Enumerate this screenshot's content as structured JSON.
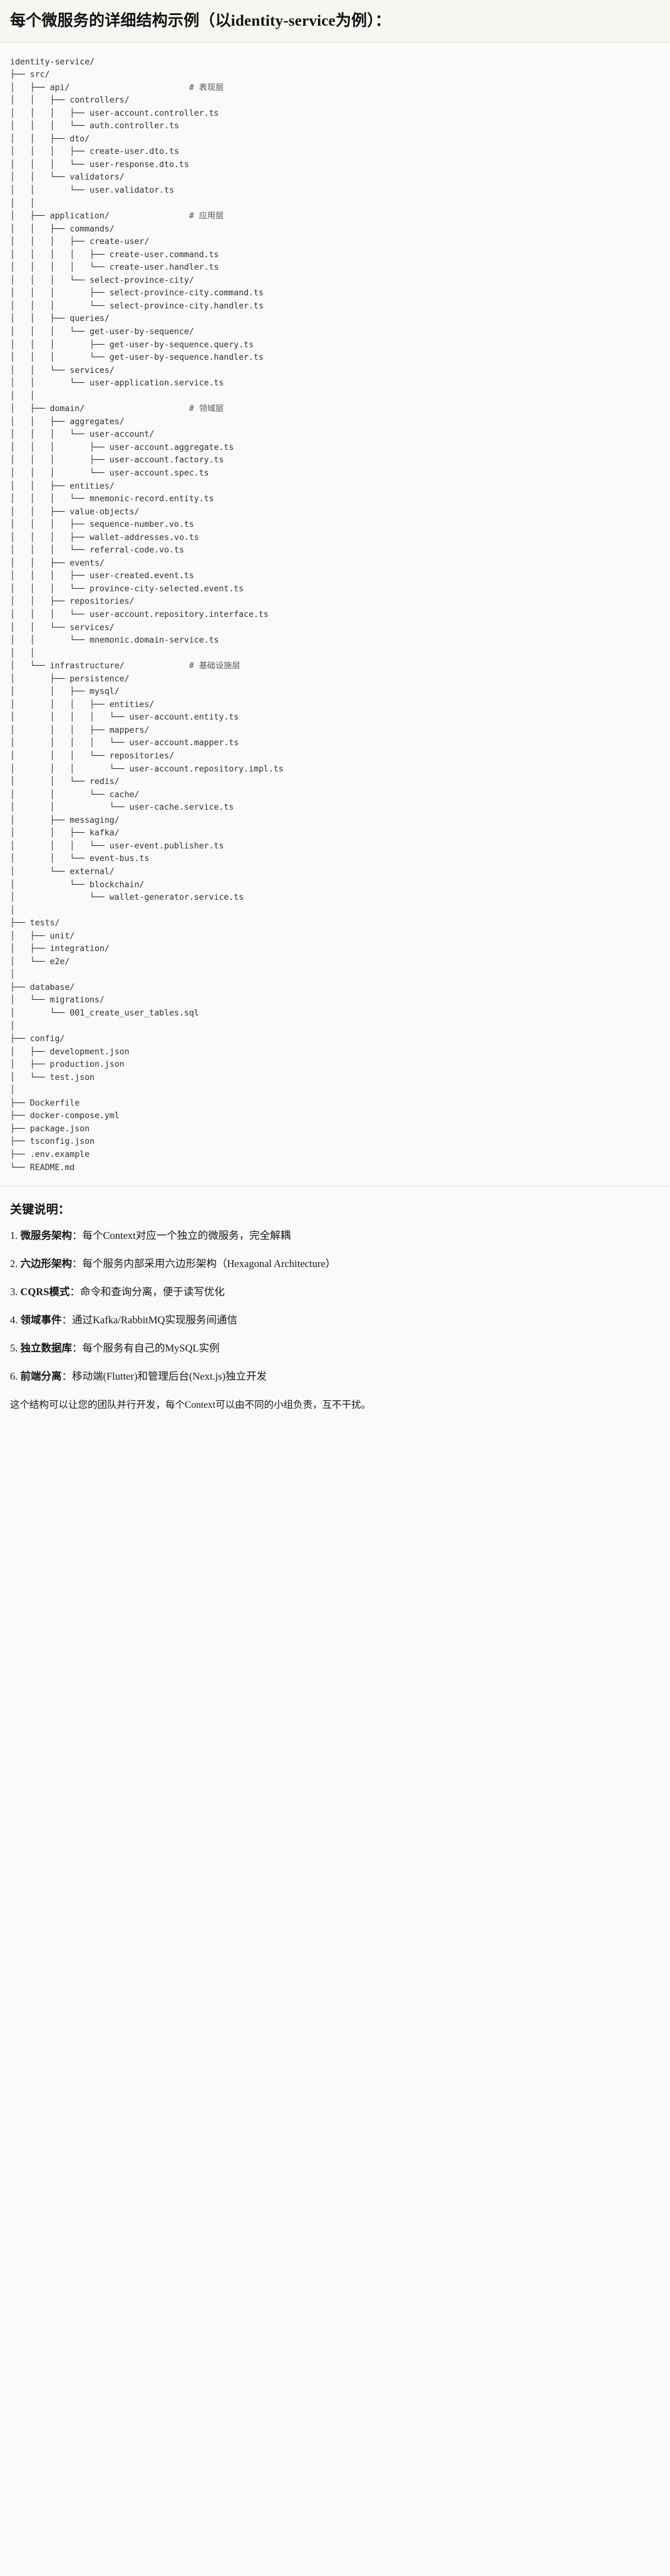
{
  "title": "每个微服务的详细结构示例（以identity-service为例）：",
  "tree": {
    "root": "identity-service/",
    "lines": [
      {
        "text": "identity-service/",
        "comment": ""
      },
      {
        "text": "├── src/",
        "comment": ""
      },
      {
        "text": "│   ├── api/",
        "comment": "# 表现层"
      },
      {
        "text": "│   │   ├── controllers/",
        "comment": ""
      },
      {
        "text": "│   │   │   ├── user-account.controller.ts",
        "comment": ""
      },
      {
        "text": "│   │   │   └── auth.controller.ts",
        "comment": ""
      },
      {
        "text": "│   │   ├── dto/",
        "comment": ""
      },
      {
        "text": "│   │   │   ├── create-user.dto.ts",
        "comment": ""
      },
      {
        "text": "│   │   │   └── user-response.dto.ts",
        "comment": ""
      },
      {
        "text": "│   │   └── validators/",
        "comment": ""
      },
      {
        "text": "│   │       └── user.validator.ts",
        "comment": ""
      },
      {
        "text": "│   │",
        "comment": ""
      },
      {
        "text": "│   ├── application/",
        "comment": "# 应用层"
      },
      {
        "text": "│   │   ├── commands/",
        "comment": ""
      },
      {
        "text": "│   │   │   ├── create-user/",
        "comment": ""
      },
      {
        "text": "│   │   │   │   ├── create-user.command.ts",
        "comment": ""
      },
      {
        "text": "│   │   │   │   └── create-user.handler.ts",
        "comment": ""
      },
      {
        "text": "│   │   │   └── select-province-city/",
        "comment": ""
      },
      {
        "text": "│   │   │       ├── select-province-city.command.ts",
        "comment": ""
      },
      {
        "text": "│   │   │       └── select-province-city.handler.ts",
        "comment": ""
      },
      {
        "text": "│   │   ├── queries/",
        "comment": ""
      },
      {
        "text": "│   │   │   └── get-user-by-sequence/",
        "comment": ""
      },
      {
        "text": "│   │   │       ├── get-user-by-sequence.query.ts",
        "comment": ""
      },
      {
        "text": "│   │   │       └── get-user-by-sequence.handler.ts",
        "comment": ""
      },
      {
        "text": "│   │   └── services/",
        "comment": ""
      },
      {
        "text": "│   │       └── user-application.service.ts",
        "comment": ""
      },
      {
        "text": "│   │",
        "comment": ""
      },
      {
        "text": "│   ├── domain/",
        "comment": "# 领域层"
      },
      {
        "text": "│   │   ├── aggregates/",
        "comment": ""
      },
      {
        "text": "│   │   │   └── user-account/",
        "comment": ""
      },
      {
        "text": "│   │   │       ├── user-account.aggregate.ts",
        "comment": ""
      },
      {
        "text": "│   │   │       ├── user-account.factory.ts",
        "comment": ""
      },
      {
        "text": "│   │   │       └── user-account.spec.ts",
        "comment": ""
      },
      {
        "text": "│   │   ├── entities/",
        "comment": ""
      },
      {
        "text": "│   │   │   └── mnemonic-record.entity.ts",
        "comment": ""
      },
      {
        "text": "│   │   ├── value-objects/",
        "comment": ""
      },
      {
        "text": "│   │   │   ├── sequence-number.vo.ts",
        "comment": ""
      },
      {
        "text": "│   │   │   ├── wallet-addresses.vo.ts",
        "comment": ""
      },
      {
        "text": "│   │   │   └── referral-code.vo.ts",
        "comment": ""
      },
      {
        "text": "│   │   ├── events/",
        "comment": ""
      },
      {
        "text": "│   │   │   ├── user-created.event.ts",
        "comment": ""
      },
      {
        "text": "│   │   │   └── province-city-selected.event.ts",
        "comment": ""
      },
      {
        "text": "│   │   ├── repositories/",
        "comment": ""
      },
      {
        "text": "│   │   │   └── user-account.repository.interface.ts",
        "comment": ""
      },
      {
        "text": "│   │   └── services/",
        "comment": ""
      },
      {
        "text": "│   │       └── mnemonic.domain-service.ts",
        "comment": ""
      },
      {
        "text": "│   │",
        "comment": ""
      },
      {
        "text": "│   └── infrastructure/",
        "comment": "# 基础设施层"
      },
      {
        "text": "│       ├── persistence/",
        "comment": ""
      },
      {
        "text": "│       │   ├── mysql/",
        "comment": ""
      },
      {
        "text": "│       │   │   ├── entities/",
        "comment": ""
      },
      {
        "text": "│       │   │   │   └── user-account.entity.ts",
        "comment": ""
      },
      {
        "text": "│       │   │   ├── mappers/",
        "comment": ""
      },
      {
        "text": "│       │   │   │   └── user-account.mapper.ts",
        "comment": ""
      },
      {
        "text": "│       │   │   └── repositories/",
        "comment": ""
      },
      {
        "text": "│       │   │       └── user-account.repository.impl.ts",
        "comment": ""
      },
      {
        "text": "│       │   └── redis/",
        "comment": ""
      },
      {
        "text": "│       │       └── cache/",
        "comment": ""
      },
      {
        "text": "│       │           └── user-cache.service.ts",
        "comment": ""
      },
      {
        "text": "│       ├── messaging/",
        "comment": ""
      },
      {
        "text": "│       │   ├── kafka/",
        "comment": ""
      },
      {
        "text": "│       │   │   └── user-event.publisher.ts",
        "comment": ""
      },
      {
        "text": "│       │   └── event-bus.ts",
        "comment": ""
      },
      {
        "text": "│       └── external/",
        "comment": ""
      },
      {
        "text": "│           └── blockchain/",
        "comment": ""
      },
      {
        "text": "│               └── wallet-generator.service.ts",
        "comment": ""
      },
      {
        "text": "│",
        "comment": ""
      },
      {
        "text": "├── tests/",
        "comment": ""
      },
      {
        "text": "│   ├── unit/",
        "comment": ""
      },
      {
        "text": "│   ├── integration/",
        "comment": ""
      },
      {
        "text": "│   └── e2e/",
        "comment": ""
      },
      {
        "text": "│",
        "comment": ""
      },
      {
        "text": "├── database/",
        "comment": ""
      },
      {
        "text": "│   └── migrations/",
        "comment": ""
      },
      {
        "text": "│       └── 001_create_user_tables.sql",
        "comment": ""
      },
      {
        "text": "│",
        "comment": ""
      },
      {
        "text": "├── config/",
        "comment": ""
      },
      {
        "text": "│   ├── development.json",
        "comment": ""
      },
      {
        "text": "│   ├── production.json",
        "comment": ""
      },
      {
        "text": "│   └── test.json",
        "comment": ""
      },
      {
        "text": "│",
        "comment": ""
      },
      {
        "text": "├── Dockerfile",
        "comment": ""
      },
      {
        "text": "├── docker-compose.yml",
        "comment": ""
      },
      {
        "text": "├── package.json",
        "comment": ""
      },
      {
        "text": "├── tsconfig.json",
        "comment": ""
      },
      {
        "text": "├── .env.example",
        "comment": ""
      },
      {
        "text": "└── README.md",
        "comment": ""
      }
    ],
    "comment_column": 36
  },
  "notes": {
    "heading": "关键说明：",
    "items": [
      {
        "num": "1.",
        "term": "微服务架构",
        "sep": "：",
        "text": "每个Context对应一个独立的微服务，完全解耦"
      },
      {
        "num": "2.",
        "term": "六边形架构",
        "sep": "：",
        "text": "每个服务内部采用六边形架构（Hexagonal Architecture）"
      },
      {
        "num": "3.",
        "term": "CQRS模式",
        "sep": "：",
        "text": "命令和查询分离，便于读写优化"
      },
      {
        "num": "4.",
        "term": "领域事件",
        "sep": "：",
        "text": "通过Kafka/RabbitMQ实现服务间通信"
      },
      {
        "num": "5.",
        "term": "独立数据库",
        "sep": "：",
        "text": "每个服务有自己的MySQL实例"
      },
      {
        "num": "6.",
        "term": "前端分离",
        "sep": "：",
        "text": "移动端(Flutter)和管理后台(Next.js)独立开发"
      }
    ],
    "closing": "这个结构可以让您的团队并行开发，每个Context可以由不同的小组负责，互不干扰。"
  },
  "colors": {
    "page_bg": "#fbfaf8",
    "code_bg": "#fbfaf9",
    "title_bg": "#f7f6f3",
    "text": "#1a1a1a",
    "code_text": "#2c2f33",
    "comment_text": "#53575c",
    "divider": "#e6e4df"
  }
}
